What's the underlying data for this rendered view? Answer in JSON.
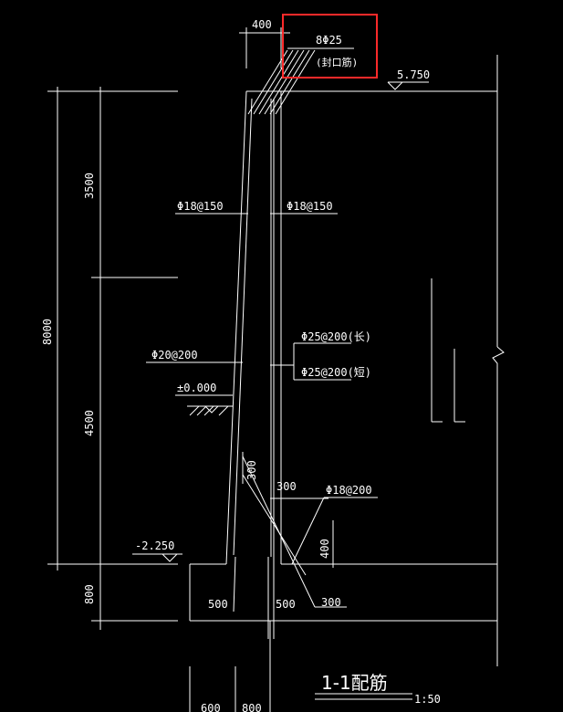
{
  "drawing": {
    "title": "1-1配筋",
    "scale": "1:50",
    "top_dim": "400",
    "top_bar_label": "8Φ25",
    "top_bar_note": "(封口筋)",
    "top_elevation": "5.750",
    "total_height": "8000",
    "upper_height": "3500",
    "lower_height": "4500",
    "footing_height": "800",
    "left_bar_upper": "Φ18@150",
    "right_bar_upper": "Φ18@150",
    "right_bar_long": "Φ25@200(长)",
    "right_bar_short": "Φ25@200(短)",
    "left_bar_lower": "Φ20@200",
    "ground_elevation": "±0.000",
    "bottom_elevation": "-2.250",
    "haunch_dim_v": "300",
    "haunch_dim_h": "300",
    "haunch_bar": "Φ18@200",
    "haunch_height": "400",
    "foot_left": "500",
    "foot_right": "500",
    "haunch_bar_len": "300",
    "bottom_dim_1": "600",
    "bottom_dim_2": "800"
  },
  "highlight": {
    "color": "#ff2a2a"
  }
}
